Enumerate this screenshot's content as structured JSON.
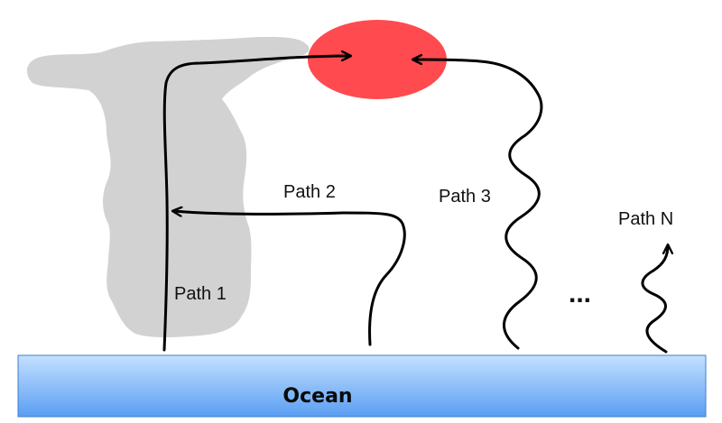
{
  "diagram": {
    "ocean_label": "Ocean",
    "ellipsis": "...",
    "paths": [
      {
        "label": "Path 1"
      },
      {
        "label": "Path 2"
      },
      {
        "label": "Path 3"
      },
      {
        "label": "Path N"
      }
    ]
  },
  "colors": {
    "ocean_top": "#c4e0ff",
    "ocean_bottom": "#5a9ef2",
    "target": "#ff4a4f",
    "cloud": "#d2d2d2",
    "path_stroke": "#000000"
  }
}
